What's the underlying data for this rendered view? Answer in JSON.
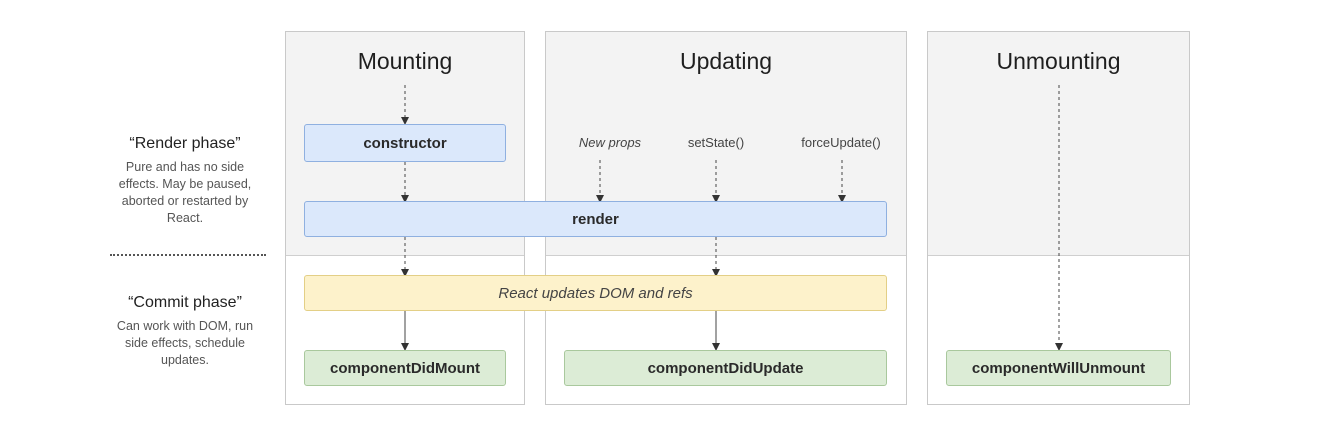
{
  "columns": {
    "mounting": {
      "title": "Mounting"
    },
    "updating": {
      "title": "Updating"
    },
    "unmounting": {
      "title": "Unmounting"
    }
  },
  "phases": {
    "render": {
      "title": "“Render phase”",
      "description": "Pure and has no side effects. May be paused, aborted or restarted by React."
    },
    "commit": {
      "title": "“Commit phase”",
      "description": "Can work with DOM, run side effects, schedule updates."
    }
  },
  "triggers": {
    "new_props": "New props",
    "set_state": "setState()",
    "force_update": "forceUpdate()"
  },
  "nodes": {
    "constructor": "constructor",
    "render": "render",
    "dom_update": "React updates DOM and refs",
    "did_mount": "componentDidMount",
    "did_update": "componentDidUpdate",
    "will_unmount": "componentWillUnmount"
  },
  "colors": {
    "blue_fill": "#dbe8fb",
    "yellow_fill": "#fdf2cb",
    "green_fill": "#dcecd6",
    "render_bg": "#f3f3f3"
  }
}
